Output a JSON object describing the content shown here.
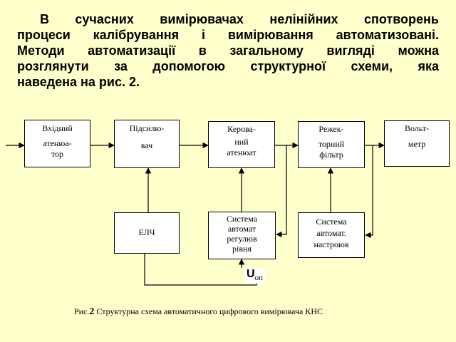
{
  "paragraph": [
    "В сучасних вимірювачах нелінійних спотворень",
    "процеси калібрування і вимірювання автоматизовані.",
    "Методи автоматизації в загальному вигляді можна",
    "розглянути за допомогою структурної схеми, яка",
    "наведена на рис. 2."
  ],
  "blocks": {
    "attenuator": [
      "Вхідний",
      "атенюа-",
      "тор"
    ],
    "amplifier": [
      "Підсилю-",
      "вач"
    ],
    "controlled_attenuator": [
      "Керова-",
      "ний",
      "атенюат"
    ],
    "notch_filter": [
      "Режек-",
      "торний",
      "фільтр"
    ],
    "voltmeter": [
      "Вольт-",
      "метр"
    ],
    "elch": [
      "ЕЛЧ"
    ],
    "level_control": [
      "Система",
      "автомат",
      "регулюв",
      "рівня"
    ],
    "tuning_control": [
      "Система",
      "автомат.",
      "настроюв"
    ]
  },
  "uop": {
    "symbol": "U",
    "subscript": "оп"
  },
  "caption": {
    "prefix": "Рис.",
    "number": "2",
    "text": " Структурна схема автоматичного цифрового вимірювача КНС"
  }
}
